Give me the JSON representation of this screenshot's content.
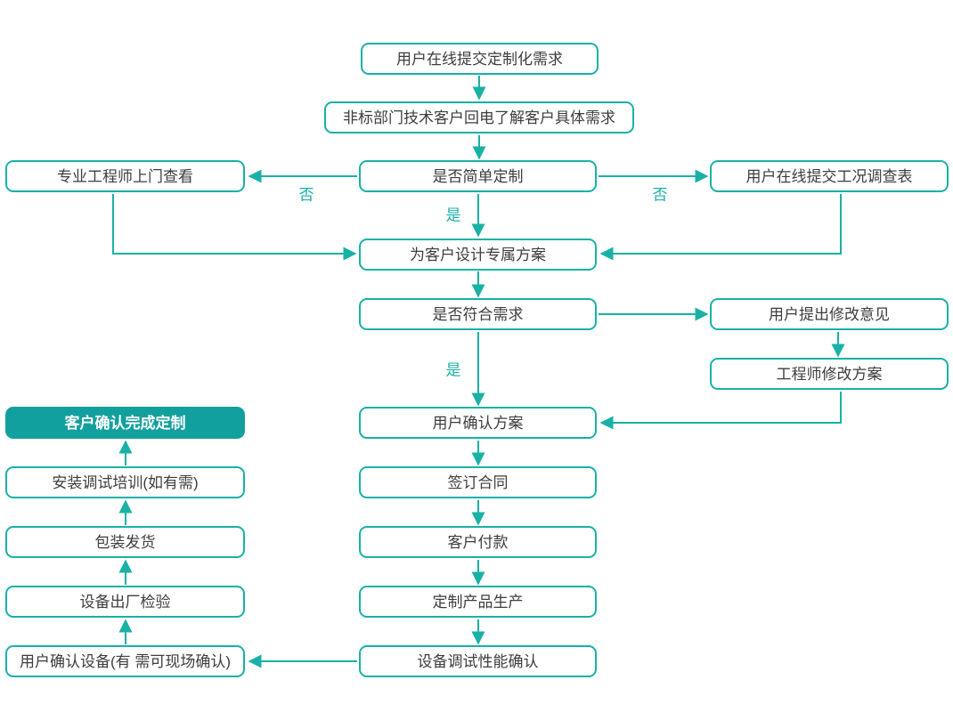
{
  "colors": {
    "line": "#19b1a6",
    "accent": "#12a09e",
    "text": "#3d3d3d",
    "background": "#ffffff"
  },
  "nodes": {
    "submit_request": "用户在线提交定制化需求",
    "callback_detail": "非标部门技术客户回电了解客户具体需求",
    "engineer_visit": "专业工程师上门查看",
    "simple_custom_decision": "是否简单定制",
    "submit_survey": "用户在线提交工况调查表",
    "design_plan": "为客户设计专属方案",
    "meet_needs_decision": "是否符合需求",
    "user_feedback": "用户提出修改意见",
    "engineer_revise": "工程师修改方案",
    "user_confirm_plan": "用户确认方案",
    "custom_complete": "客户确认完成定制",
    "install_training": "安装调试培训(如有需)",
    "sign_contract": "签订合同",
    "packing_shipping": "包装发货",
    "customer_payment": "客户付款",
    "factory_inspection": "设备出厂检验",
    "production": "定制产品生产",
    "user_confirm_device": "用户确认设备(有 需可现场确认)",
    "debug_confirm": "设备调试性能确认"
  },
  "edge_labels": {
    "no_left": "否",
    "no_right": "否",
    "yes_top": "是",
    "yes_bottom": "是"
  }
}
